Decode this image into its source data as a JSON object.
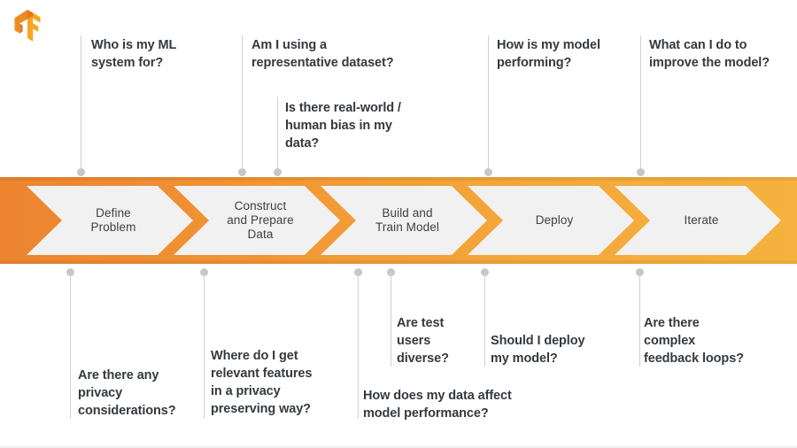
{
  "logo": {
    "name": "tensorflow-logo",
    "colors": {
      "light": "#f6a323",
      "mid": "#ec8f1e",
      "dark": "#e87d1e"
    }
  },
  "band": {
    "gradient_from": "#ec8430",
    "gradient_to": "#f5b23e",
    "chevron_fill": "#f1f1f1",
    "chevron_text_color": "#3c4043"
  },
  "steps": [
    {
      "id": "define-problem",
      "label": "Define\nProblem"
    },
    {
      "id": "construct-prepare-data",
      "label": "Construct\nand Prepare\nData"
    },
    {
      "id": "build-train-model",
      "label": "Build and\nTrain Model"
    },
    {
      "id": "deploy",
      "label": "Deploy"
    },
    {
      "id": "iterate",
      "label": "Iterate"
    }
  ],
  "top_callouts": [
    {
      "id": "who-is-my-ml-system-for",
      "text": "Who is my ML\nsystem for?"
    },
    {
      "id": "representative-dataset",
      "text": "Am I using a\nrepresentative dataset?"
    },
    {
      "id": "real-world-human-bias",
      "text": "Is there real-world /\nhuman bias in my\ndata?"
    },
    {
      "id": "how-is-my-model-performing",
      "text": "How is my model\nperforming?"
    },
    {
      "id": "improve-the-model",
      "text": "What can I do to\nimprove the model?"
    }
  ],
  "bottom_callouts": [
    {
      "id": "privacy-considerations",
      "text": "Are there any\nprivacy\nconsiderations?"
    },
    {
      "id": "relevant-features-privacy",
      "text": "Where do I get\nrelevant features\nin a privacy\npreserving way?"
    },
    {
      "id": "data-affect-performance",
      "text": "How does my data affect\nmodel performance?"
    },
    {
      "id": "test-users-diverse",
      "text": "Are test\nusers\ndiverse?"
    },
    {
      "id": "should-i-deploy",
      "text": "Should I deploy\nmy model?"
    },
    {
      "id": "complex-feedback-loops",
      "text": "Are there\ncomplex\nfeedback loops?"
    }
  ]
}
